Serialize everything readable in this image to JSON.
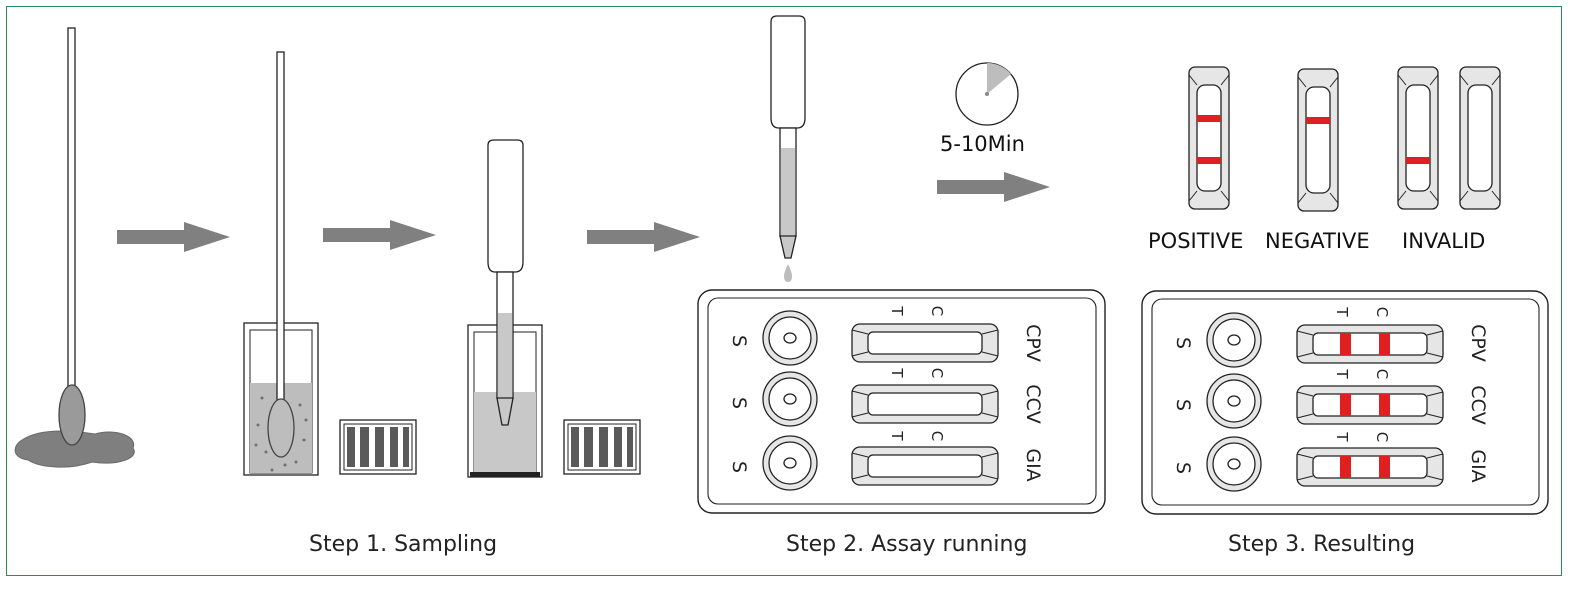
{
  "colors": {
    "frame": "#2e8b57",
    "arrow": "#808080",
    "liquid": "#c8c8c8",
    "line": "#e02020",
    "device": "#e6e6e6"
  },
  "timer": {
    "label": "5-10Min"
  },
  "steps": [
    {
      "label": "Step 1. Sampling"
    },
    {
      "label": "Step 2. Assay running"
    },
    {
      "label": "Step 3. Resulting"
    }
  ],
  "results": {
    "positive": "POSITIVE",
    "negative": "NEGATIVE",
    "invalid": "INVALID"
  },
  "cassette_markers": {
    "sample": "S",
    "test": "T",
    "control": "C"
  },
  "tests": [
    "CPV",
    "CCV",
    "GIA"
  ]
}
